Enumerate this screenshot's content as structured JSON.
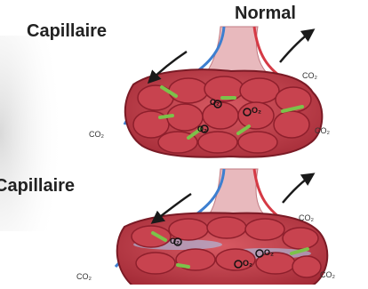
{
  "panels": [
    {
      "title": "Normal",
      "vessel_label": "Capillaire",
      "gas_labels": [
        "CO₂",
        "CO₂",
        "CO₂"
      ],
      "o2_labels": [
        "O₂",
        "O₂",
        "O₂"
      ]
    },
    {
      "title": "",
      "vessel_label": "Capillaire",
      "gas_labels": [
        "CO₂",
        "CO₂",
        "CO₂"
      ],
      "o2_labels": [
        "O₂",
        "O₂",
        "O₂"
      ]
    }
  ],
  "colors": {
    "alveolus": "#c8434f",
    "alveolus_dark": "#8e1f2c",
    "alveolus_light": "#e07a80",
    "capillary_blue": "#3d7fd0",
    "capillary_red": "#d53a45",
    "arrow": "#1a1a1a",
    "green_arrow": "#7cc24a"
  }
}
